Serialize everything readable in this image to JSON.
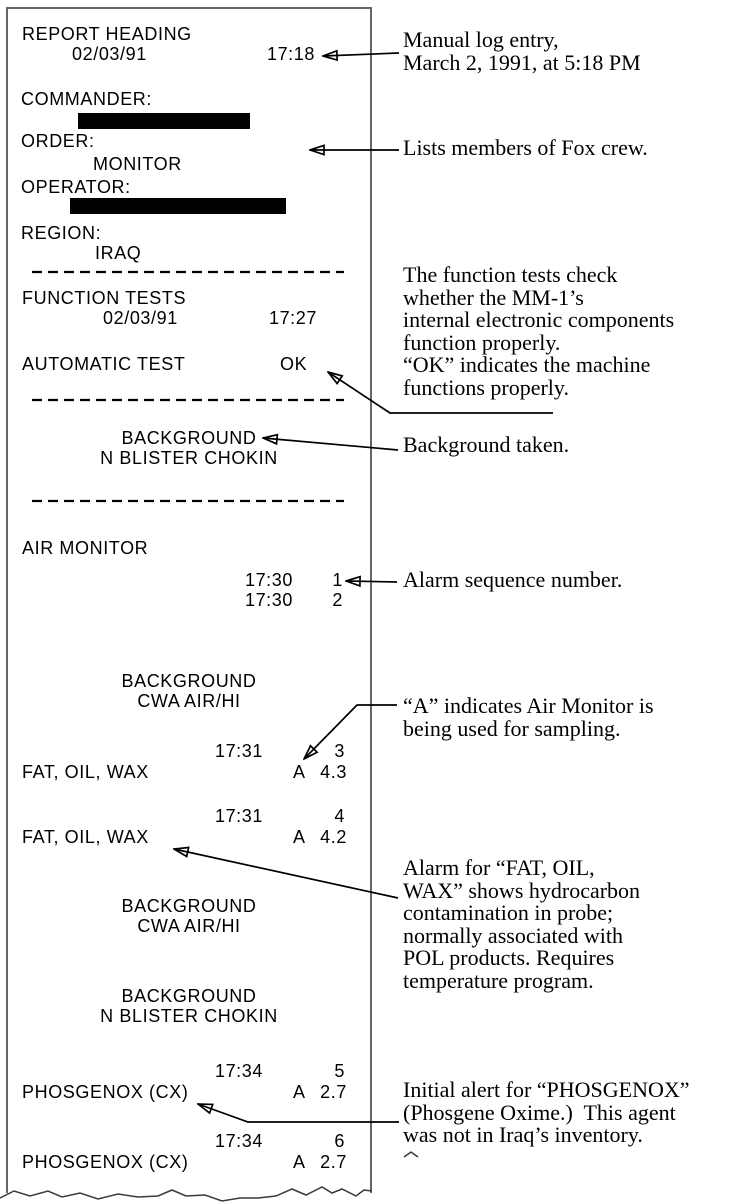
{
  "colors": {
    "ink": "#000000",
    "frame_border": "#666666",
    "paper": "#ffffff",
    "redaction": "#000000"
  },
  "printout": {
    "report": {
      "title": "REPORT HEADING",
      "date": "02/03/91",
      "time": "17:18"
    },
    "fields": {
      "commander_label": "COMMANDER:",
      "order_label": "ORDER:",
      "order_value": "MONITOR",
      "operator_label": "OPERATOR:",
      "region_label": "REGION:",
      "region_value": "IRAQ"
    },
    "function_tests": {
      "title": "FUNCTION TESTS",
      "date": "02/03/91",
      "time": "17:27",
      "auto_test_label": "AUTOMATIC TEST",
      "auto_test_result": "OK"
    },
    "background_blister_1": {
      "line1": "BACKGROUND",
      "line2": "N BLISTER CHOKIN"
    },
    "air_monitor_label": "AIR MONITOR",
    "events": {
      "e1": {
        "time": "17:30",
        "seq": "1"
      },
      "e2": {
        "time": "17:30",
        "seq": "2"
      }
    },
    "background_cwa_1": {
      "line1": "BACKGROUND",
      "line2": "CWA AIR/HI"
    },
    "alarm3": {
      "time": "17:31",
      "seq": "3",
      "agent": "FAT, OIL, WAX",
      "mode": "A",
      "value": "4.3"
    },
    "alarm4": {
      "time": "17:31",
      "seq": "4",
      "agent": "FAT, OIL, WAX",
      "mode": "A",
      "value": "4.2"
    },
    "background_cwa_2": {
      "line1": "BACKGROUND",
      "line2": "CWA AIR/HI"
    },
    "background_blister_2": {
      "line1": "BACKGROUND",
      "line2": "N BLISTER CHOKIN"
    },
    "alarm5": {
      "time": "17:34",
      "seq": "5",
      "agent": "PHOSGENOX (CX)",
      "mode": "A",
      "value": "2.7"
    },
    "alarm6": {
      "time": "17:34",
      "seq": "6",
      "agent": "PHOSGENOX (CX)",
      "mode": "A",
      "value": "2.7"
    }
  },
  "annotations": {
    "manual_log": {
      "lines": [
        "Manual log entry,",
        "March 2, 1991, at 5:18 PM"
      ]
    },
    "fox_crew": {
      "lines": [
        "Lists members of Fox crew."
      ]
    },
    "function_tests": {
      "lines": [
        "The function tests check",
        "whether the MM-1’s",
        "internal electronic components",
        "function properly.",
        "“OK” indicates the machine",
        "functions properly."
      ]
    },
    "background_taken": {
      "lines": [
        "Background taken."
      ]
    },
    "alarm_sequence": {
      "lines": [
        "Alarm sequence number."
      ]
    },
    "air_monitor_a": {
      "lines": [
        "“A” indicates Air Monitor is",
        "being used for sampling."
      ]
    },
    "fat_oil_wax": {
      "lines": [
        "Alarm for “FAT, OIL,",
        "WAX” shows hydrocarbon",
        "contamination in probe;",
        "normally associated with",
        "POL products. Requires",
        "temperature program."
      ]
    },
    "phosgenox": {
      "lines": [
        "Initial alert for “PHOSGENOX”",
        "(Phosgene Oxime.)  This agent",
        "was not in Iraq’s inventory."
      ]
    }
  }
}
